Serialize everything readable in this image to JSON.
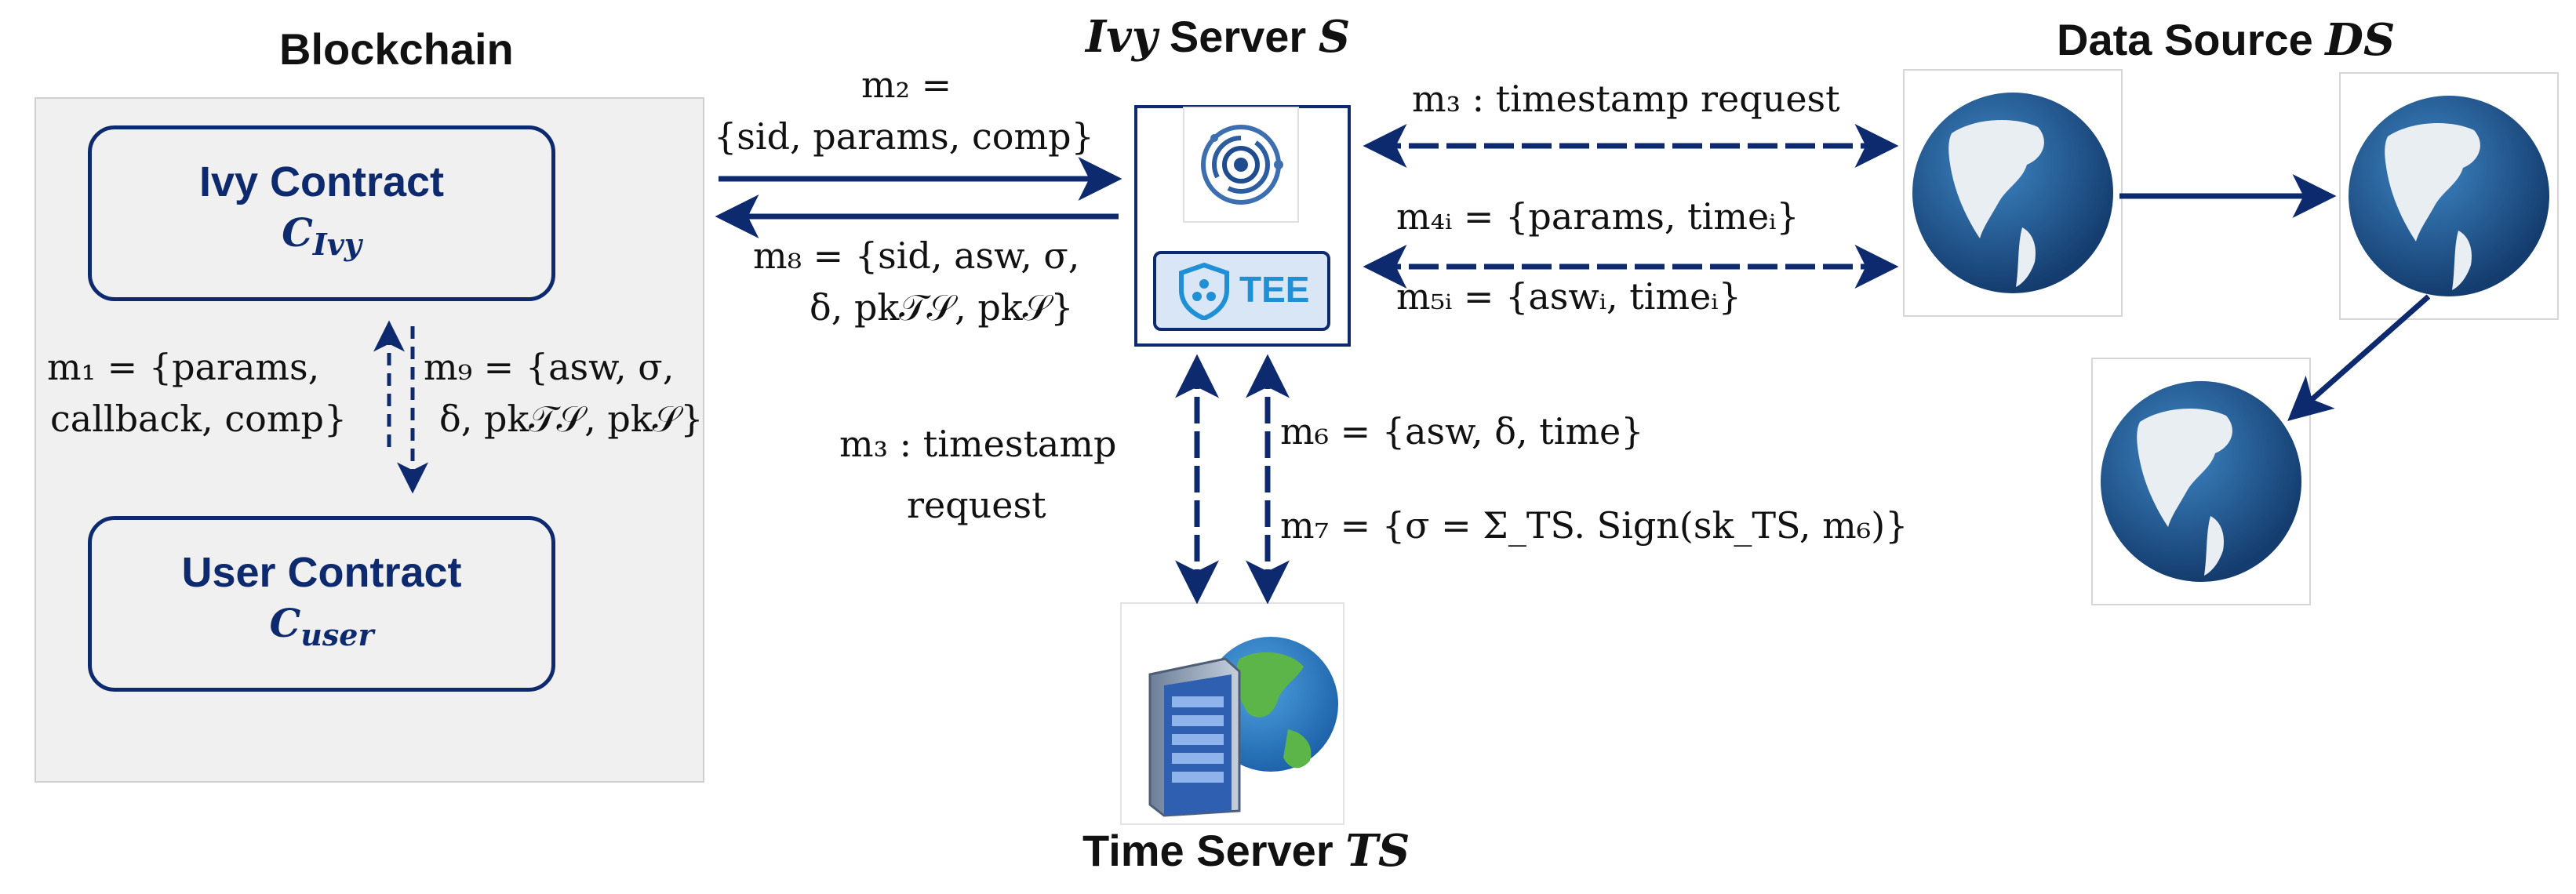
{
  "titles": {
    "blockchain": "Blockchain",
    "ivy_server_prefix": "Ivy",
    "ivy_server_main": "Server",
    "ivy_server_symbol": "S",
    "data_source_main": "Data Source",
    "data_source_symbol": "DS",
    "time_server_main": "Time Server",
    "time_server_symbol": "TS"
  },
  "contracts": {
    "ivy": {
      "name": "Ivy Contract",
      "symbol": "C",
      "subscript": "Ivy"
    },
    "user": {
      "name": "User Contract",
      "symbol": "C",
      "subscript": "user"
    }
  },
  "tee_label": "TEE",
  "messages": {
    "m1_line1": "m₁ = {params,",
    "m1_line2": "callback, comp}",
    "m9_line1": "m₉ = {asw, σ,",
    "m9_line2": "δ, pk𝒯𝒮, pk𝒮}",
    "m2_line1": "m₂ =",
    "m2_line2": "{sid, params, comp}",
    "m8_line1": "m₈ = {sid, asw, σ,",
    "m8_line2": "δ, pk𝒯𝒮, pk𝒮}",
    "m3_top": "m₃ : timestamp request",
    "m4i": "m₄ᵢ = {params, timeᵢ}",
    "m5i": "m₅ᵢ = {aswᵢ, timeᵢ}",
    "m3_bottom_line1": "m₃ : timestamp",
    "m3_bottom_line2": "request",
    "m6": "m₆ = {asw, δ, time}",
    "m7": "m₇ = {σ = Σ_TS. Sign(sk_TS, m₆)}"
  },
  "colors": {
    "navy": "#0e2a6e",
    "panel_bg": "#f0f0f0",
    "globe_ocean": "#1f5a94",
    "globe_land": "#e9eef2",
    "tee_accent": "#1f8fd6"
  }
}
